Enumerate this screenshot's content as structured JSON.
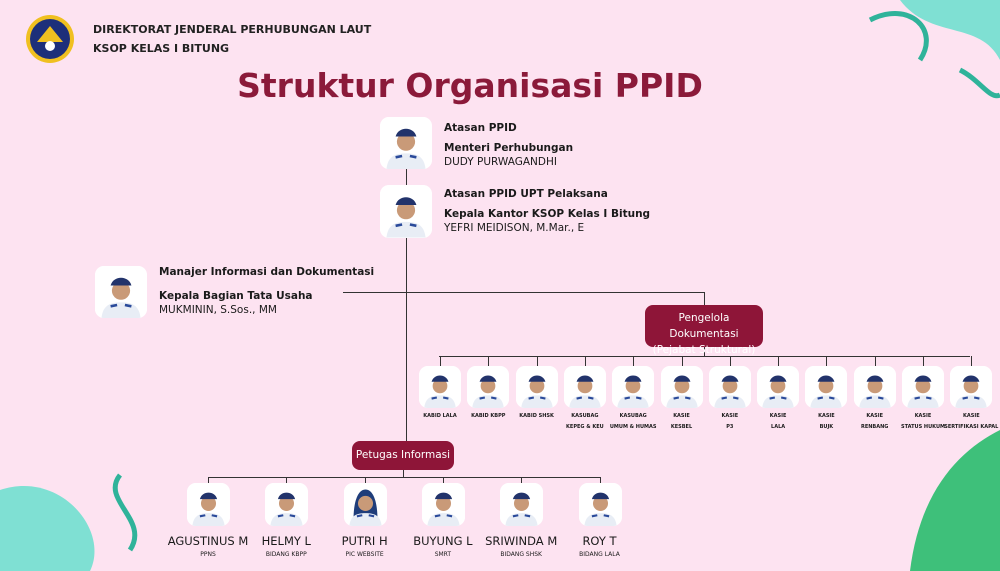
{
  "header": {
    "org_line1": "DIREKTORAT JENDERAL PERHUBUNGAN LAUT",
    "org_line2": "KSOP KELAS I BITUNG"
  },
  "title": "Struktur Organisasi PPID",
  "atasan": {
    "role": "Atasan PPID",
    "position": "Menteri Perhubungan",
    "name": "DUDY PURWAGANDHI"
  },
  "atasan_upt": {
    "role": "Atasan PPID UPT Pelaksana",
    "position": "Kepala Kantor KSOP Kelas I Bitung",
    "name": "YEFRI MEIDISON, M.Mar., E"
  },
  "manajer": {
    "role": "Manajer Informasi dan Dokumentasi",
    "position": "Kepala Bagian Tata Usaha",
    "name": "MUKMININ, S.Sos., MM"
  },
  "pengelola": {
    "line1": "Pengelola Dokumentasi",
    "line2": "(Pejabat Struktural)"
  },
  "pejabat": [
    {
      "l1": "KABID LALA",
      "l2": ""
    },
    {
      "l1": "KABID KBPP",
      "l2": ""
    },
    {
      "l1": "KABID SHSK",
      "l2": ""
    },
    {
      "l1": "KASUBAG",
      "l2": "KEPEG & KEU"
    },
    {
      "l1": "KASUBAG",
      "l2": "UMUM & HUMAS"
    },
    {
      "l1": "KASIE",
      "l2": "KESBEL"
    },
    {
      "l1": "KASIE",
      "l2": "P3"
    },
    {
      "l1": "KASIE",
      "l2": "LALA"
    },
    {
      "l1": "KASIE",
      "l2": "BUJK"
    },
    {
      "l1": "KASIE",
      "l2": "RENBANG"
    },
    {
      "l1": "KASIE",
      "l2": "STATUS HUKUM"
    },
    {
      "l1": "KASIE",
      "l2": "SERTIFIKASI KAPAL"
    }
  ],
  "petugas_label": "Petugas Informasi",
  "petugas": [
    {
      "name": "AGUSTINUS M",
      "role": "PPNS"
    },
    {
      "name": "HELMY L",
      "role": "BIDANG KBPP"
    },
    {
      "name": "PUTRI H",
      "role": "PIC WEBSITE"
    },
    {
      "name": "BUYUNG L",
      "role": "SMRT"
    },
    {
      "name": "SRIWINDA M",
      "role": "BIDANG SHSK"
    },
    {
      "name": "ROY T",
      "role": "BIDANG LALA"
    }
  ],
  "colors": {
    "background": "#fde3f1",
    "accent": "#8e1538",
    "teal": "#5fd6c8",
    "green": "#3ec07a"
  }
}
